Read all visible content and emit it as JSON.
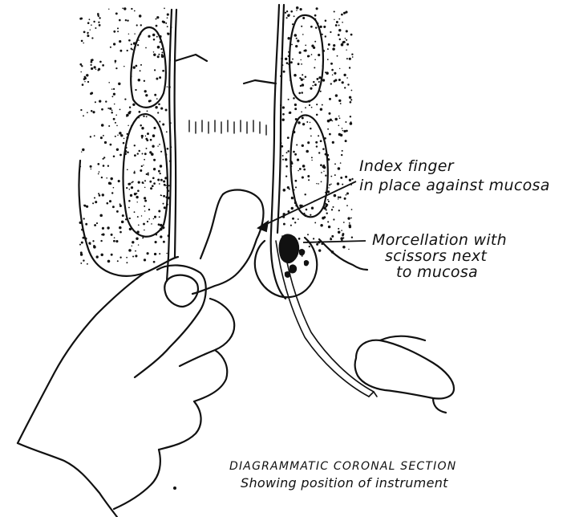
{
  "labels": {
    "index_finger": {
      "line1": "Index finger",
      "line2": "in place against mucosa"
    },
    "morcellation": {
      "line1": "Morcellation with",
      "line2": "scissors next",
      "line3": "to mucosa"
    }
  },
  "caption": {
    "line1": "DIAGRAMMATIC CORONAL SECTION",
    "line2": "Showing position of instrument"
  },
  "colors": {
    "ink": "#111111",
    "paper": "#ffffff"
  }
}
